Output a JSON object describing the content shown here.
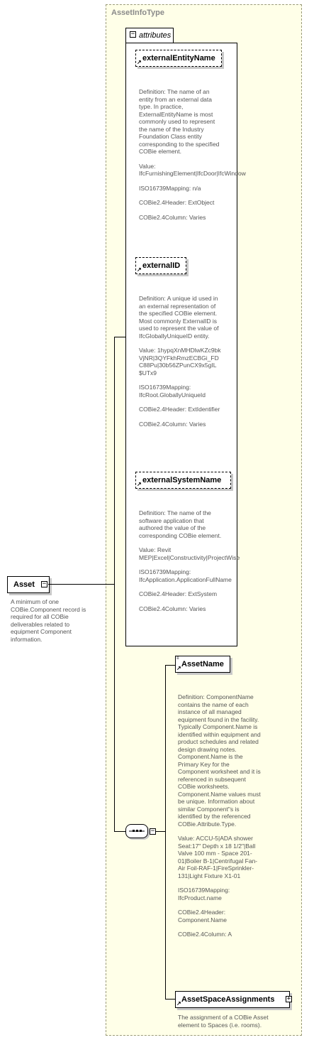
{
  "type_name": "AssetInfoType",
  "root": {
    "name": "Asset",
    "doc": "A minimum of one COBie.Component record is required for all COBie deliverables related to equipment Component information."
  },
  "attributes_label": "attributes",
  "attributes": [
    {
      "name": "externalEntityName",
      "doc": [
        "Definition:  The name of an entity from an external data type.  In practice, ExternalEntityName is most commonly used to represent the name of the Industry Foundation Class entity corresponding to the specified COBie element.",
        "Value:  IfcFurnishingElement|IfcDoor|IfcWindow",
        "ISO16739Mapping:  n/a",
        "COBie2.4Header:  ExtObject",
        "COBie2.4Column:  Varies"
      ]
    },
    {
      "name": "externalID",
      "doc": [
        "Definition:  A unique id used in an external representation of the specified COBie element. Most commonly ExternalID is used to represent the value of IfcGloballyUniqueID entity.",
        "Value:  1hypqXnMHDlwKZc9bkVjNR|3QYFkhRmzECBGi_FDC88Pu|30b56ZPunCX9x5gIL$UTx9",
        "ISO16739Mapping:  IfcRoot.GloballyUniqueId",
        "COBie2.4Header:  ExtIdentifier",
        "COBie2.4Column:  Varies"
      ]
    },
    {
      "name": "externalSystemName",
      "doc": [
        "Definition:  The name of the software application that authored the value of the corresponding COBie element.",
        "Value:  Revit MEP|Excel|Constructivity|ProjectWise",
        "ISO16739Mapping:  IfcApplication.ApplicationFullName",
        "COBie2.4Header:  ExtSystem",
        "COBie2.4Column:  Varies"
      ]
    }
  ],
  "elements": [
    {
      "name": "AssetName",
      "doc": [
        "Definition:  ComponentName contains the name of each instance of all managed equipment found in the facility.  Typically Component.Name is identified within equipment and product schedules and related design drawing notes.  Component.Name is the Primary Key for the Component worksheet and it is referenced in subsequent COBie worksheets. Component.Name values must be unique.  Information about similar Component\"s is identified by the referenced COBie.Attribute.Type.",
        "Value:  ACCU-5|ADA shower Seat:17\" Depth x 18 1/2\"|Ball Valve 100 mm - Space 201-01|Boiler B-1|Centrifugal Fan- Air Foil-RAF-1|FireSprinkler-131|Light Fixture X1-01",
        "ISO16739Mapping:  IfcProduct.name",
        "COBie2.4Header:  Component.Name",
        "COBie2.4Column:  A"
      ]
    },
    {
      "name": "AssetSpaceAssignments",
      "doc": [
        "The assignment of a COBie Asset element to Spaces (i.e. rooms)."
      ]
    }
  ]
}
